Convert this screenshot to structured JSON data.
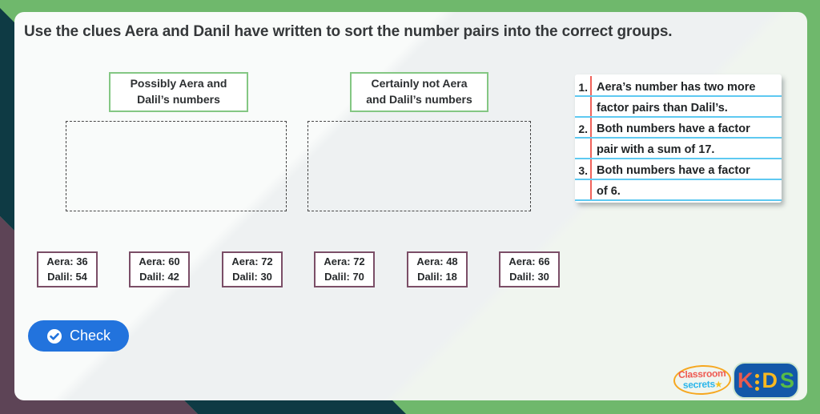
{
  "title": "Use the clues Aera and Danil have written to sort the number pairs into the correct groups.",
  "groups": [
    {
      "line1": "Possibly Aera and",
      "line2": "Dalil’s numbers"
    },
    {
      "line1": "Certainly not Aera",
      "line2": "and Dalil’s numbers"
    }
  ],
  "clue_rows": [
    {
      "num": "1.",
      "text": "Aera’s number has two more"
    },
    {
      "num": "",
      "text": "factor pairs than Dalil’s."
    },
    {
      "num": "2.",
      "text": "Both numbers have a factor"
    },
    {
      "num": "",
      "text": "pair with a sum of 17."
    },
    {
      "num": "3.",
      "text": "Both numbers have a factor"
    },
    {
      "num": "",
      "text": "of 6."
    }
  ],
  "cards": [
    {
      "line1": "Aera: 36",
      "line2": "Dalil: 54"
    },
    {
      "line1": "Aera: 60",
      "line2": "Dalil: 42"
    },
    {
      "line1": "Aera: 72",
      "line2": "Dalil: 30"
    },
    {
      "line1": "Aera: 72",
      "line2": "Dalil: 70"
    },
    {
      "line1": "Aera: 48",
      "line2": "Dalil: 18"
    },
    {
      "line1": "Aera: 66",
      "line2": "Dalil: 30"
    }
  ],
  "check_button": {
    "label": "Check"
  },
  "logos": {
    "classroom_secrets": {
      "line1": "Classroom",
      "line2": "secrets",
      "star": "★"
    },
    "kids": {
      "k": "K",
      "d": "D",
      "s": "S",
      "label": "KiDS"
    }
  },
  "colors": {
    "frame_green": "#6fb86c",
    "corner_teal": "#0e3a44",
    "corner_plum": "#5d4456",
    "board_gray": "#eef1f2",
    "group_border_green": "#84c783",
    "card_border_plum": "#7b4e67",
    "clue_line_blue": "#5ec9f1",
    "clue_margin_red": "#f0625a",
    "check_blue": "#2273dd",
    "kids_navy": "#1358a8",
    "logo_orange": "#f6a71f",
    "logo_red": "#ee5a52",
    "logo_cyan": "#2eb6ea",
    "logo_yellow": "#f9b920",
    "logo_green": "#58bb47"
  }
}
